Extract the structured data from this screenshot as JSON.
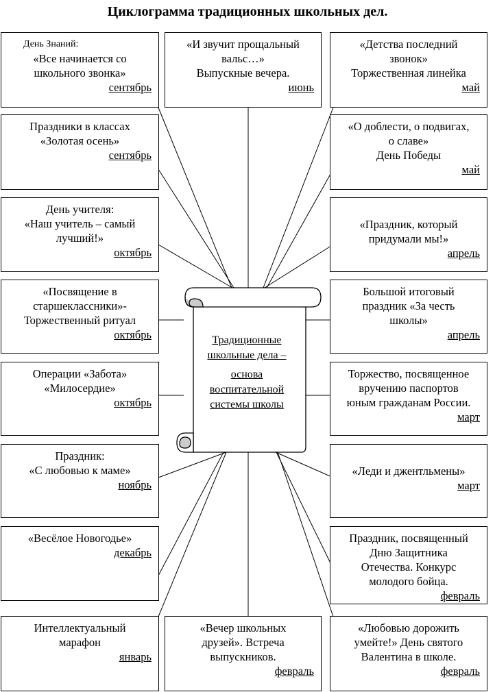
{
  "title": "Циклограмма традиционных школьных дел.",
  "center": [
    "Традиционные",
    "школьные дела –",
    "основа",
    "воспитательной",
    "системы школы"
  ],
  "boxes": {
    "l1": {
      "lines": [
        "«Все начинается со",
        "школьного звонка»"
      ],
      "heading": "День Знаний:",
      "month": "сентябрь"
    },
    "l2": {
      "lines": [
        "Праздники в классах",
        "«Золотая осень»"
      ],
      "month": "сентябрь"
    },
    "l3": {
      "lines": [
        "День учителя:",
        "«Наш учитель – самый",
        "лучший!»"
      ],
      "month": "октябрь"
    },
    "l4": {
      "lines": [
        "«Посвящение в",
        "старшеклассники»-",
        "Торжественный ритуал"
      ],
      "month": "октябрь"
    },
    "l5": {
      "lines": [
        "Операции «Забота»",
        "«Милосердие»"
      ],
      "month": "октябрь"
    },
    "l6": {
      "lines": [
        "Праздник:",
        "«С любовью к маме»"
      ],
      "month": "ноябрь"
    },
    "l7": {
      "lines": [
        "«Весёлое Новогодье»"
      ],
      "month": "декабрь"
    },
    "l8": {
      "lines": [
        "Интеллектуальный",
        "марафон"
      ],
      "month": "январь"
    },
    "mt": {
      "lines": [
        "«И звучит прощальный",
        "вальс…»",
        "Выпускные вечера."
      ],
      "month": "июнь"
    },
    "mb": {
      "lines": [
        "«Вечер школьных",
        "друзей». Встреча",
        "выпускников."
      ],
      "month": "февраль"
    },
    "r1": {
      "lines": [
        "«Детства последний",
        "звонок»",
        "Торжественная линейка"
      ],
      "month": "май"
    },
    "r2": {
      "lines": [
        "«О доблести, о подвигах,",
        "о славе»",
        "День Победы"
      ],
      "month": "май"
    },
    "r3": {
      "lines": [
        "«Праздник, который",
        "придумали мы!»"
      ],
      "month": "апрель"
    },
    "r4": {
      "lines": [
        "Большой итоговый",
        "праздник «За честь",
        "школы»"
      ],
      "month": "апрель"
    },
    "r5": {
      "lines": [
        "Торжество, посвященное",
        "вручению паспортов",
        "юным гражданам России."
      ],
      "month": "март"
    },
    "r6": {
      "lines": [
        "«Леди и джентльмены»"
      ],
      "month": "март"
    },
    "r7": {
      "lines": [
        "Праздник, посвященный",
        "Дню Защитника",
        "Отечества. Конкурс",
        "молодого бойца."
      ],
      "month": "февраль"
    },
    "r8": {
      "lines": [
        "«Любовью дорожить",
        "умейте!» День святого",
        "Валентина в школе."
      ],
      "month": "февраль"
    }
  }
}
